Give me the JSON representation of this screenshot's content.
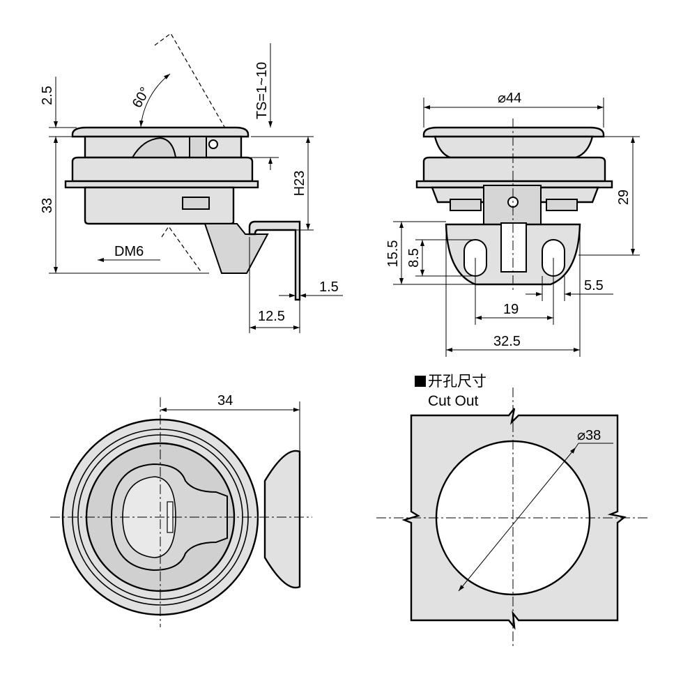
{
  "side_view": {
    "dim_2_5": "2.5",
    "dim_angle": "60°",
    "dim_ts": "TS=1~10",
    "dim_33": "33",
    "dim_h23": "H23",
    "dim_dm6": "DM6",
    "dim_1_5": "1.5",
    "dim_12_5": "12.5"
  },
  "front_view": {
    "dim_dia44": "⌀44",
    "dim_29": "29",
    "dim_15_5": "15.5",
    "dim_8_5": "8.5",
    "dim_5_5": "5.5",
    "dim_19": "19",
    "dim_32_5": "32.5"
  },
  "top_view": {
    "dim_34": "34"
  },
  "cutout": {
    "title_zh": "开孔尺寸",
    "title_en": "Cut Out",
    "dim_dia38": "⌀38"
  }
}
